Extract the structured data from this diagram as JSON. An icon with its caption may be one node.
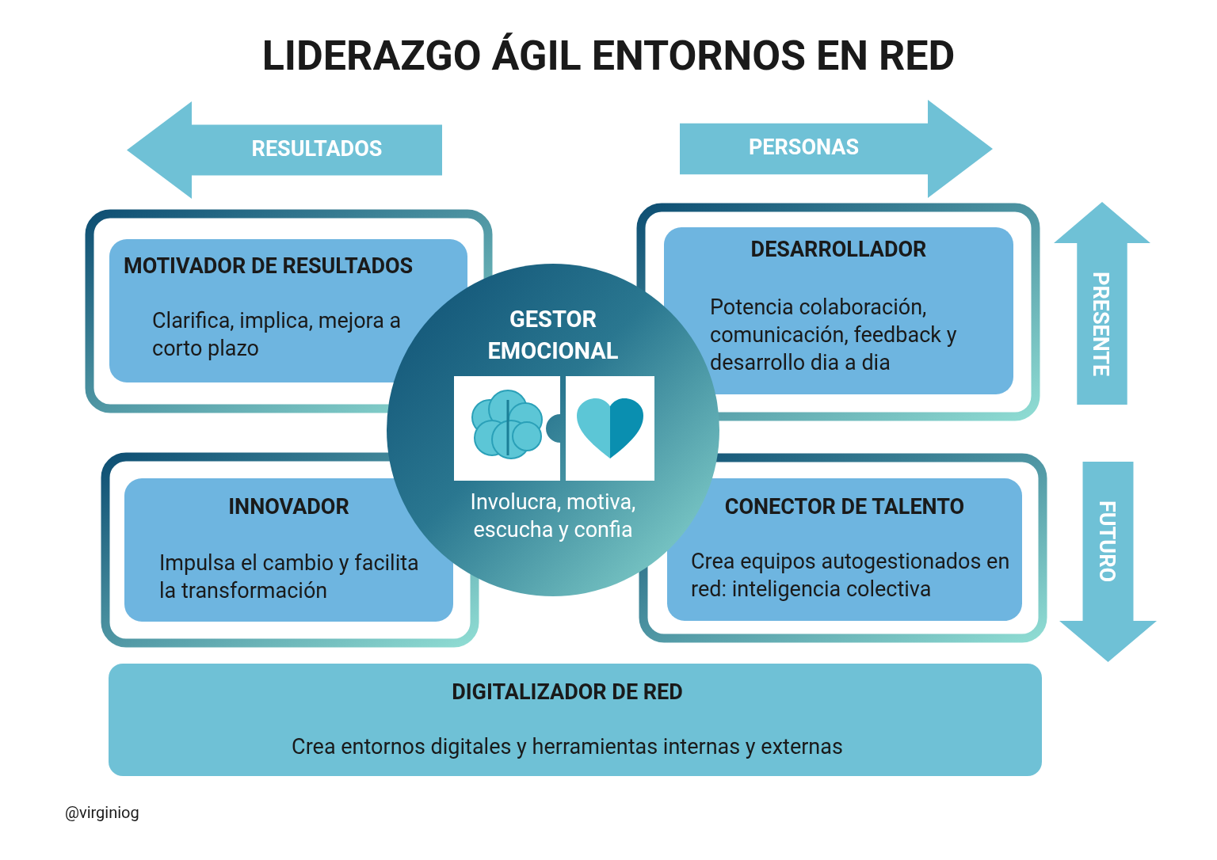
{
  "diagram": {
    "title": "LIDERAZGO ÁGIL ENTORNOS EN RED",
    "nodes": [
      {
        "text": [
          "RESULTADOS"
        ]
      },
      {
        "text": [
          "PERSONAS"
        ]
      },
      {
        "text": [
          "MOTIVADOR DE RESULTADOS",
          "Clarifica, implica, mejora a corto plazo"
        ]
      },
      {
        "text": [
          "DESARROLLADOR",
          "Potencia colaboración, comunicación, feedback y desarrollo dia a dia"
        ]
      },
      {
        "text": [
          "PRESENTE"
        ]
      },
      {
        "text": [
          "GESTOR EMOCIONAL",
          "Involucra, motiva, escucha y confia"
        ]
      },
      {
        "text": [
          "INNOVADOR",
          "Impulsa el cambio y facilita la transformación"
        ]
      },
      {
        "text": [
          "CONECTOR DE TALENTO",
          "Crea equipos autogestionados en red: inteligencia colectiva"
        ]
      },
      {
        "text": [
          "FUTURO"
        ]
      },
      {
        "text": [
          "DIGITALIZADOR DE RED",
          "Crea entornos digitales y herramientas internas y externas"
        ]
      }
    ],
    "labels": [
      "@virginiog"
    ]
  }
}
